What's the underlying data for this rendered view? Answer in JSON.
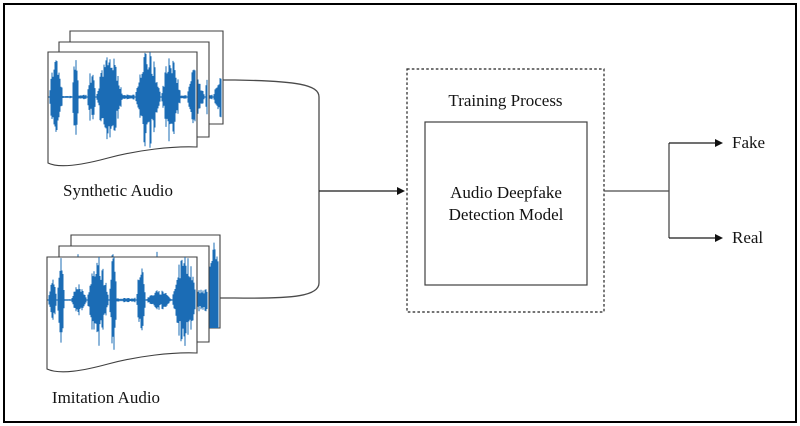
{
  "inputs": [
    {
      "label": "Synthetic Audio"
    },
    {
      "label": "Imitation Audio"
    }
  ],
  "process": {
    "title": "Training Process",
    "model": {
      "line1": "Audio Deepfake",
      "line2": "Detection Model"
    }
  },
  "outputs": [
    {
      "label": "Fake"
    },
    {
      "label": "Real"
    }
  ],
  "colors": {
    "waveform": "#1B6CB5",
    "stroke": "#3F3F3F"
  }
}
